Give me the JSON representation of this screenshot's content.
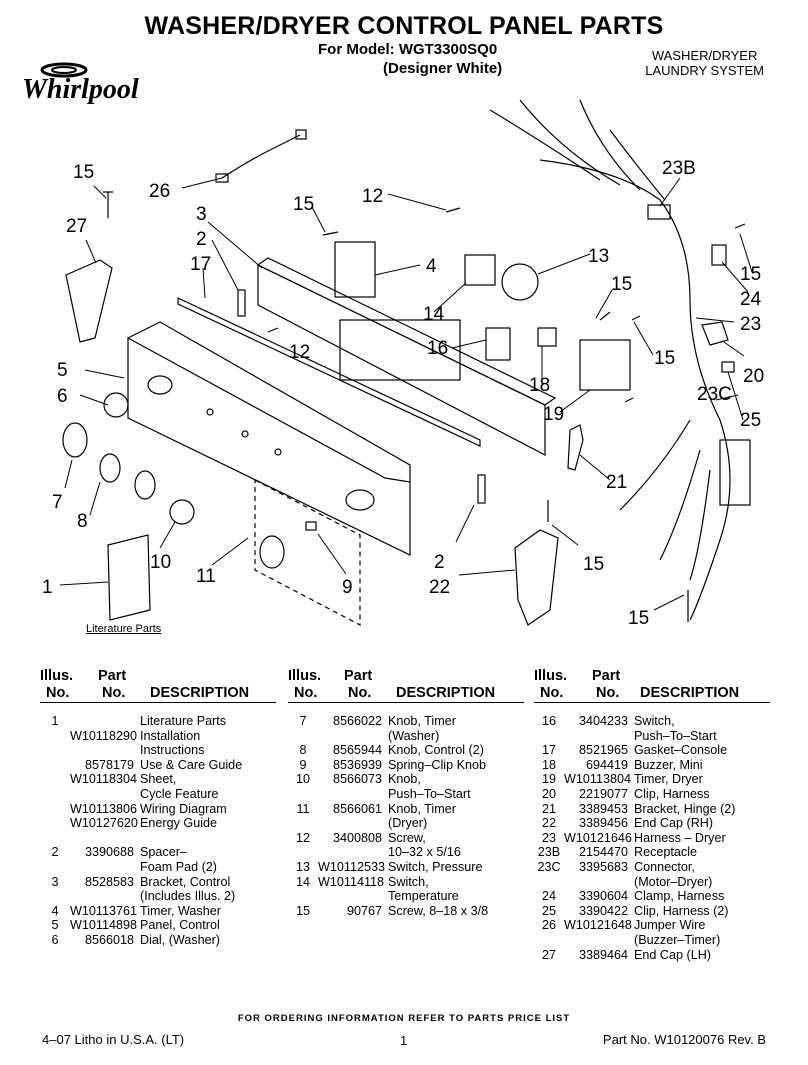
{
  "header": {
    "title": "WASHER/DRYER CONTROL PANEL PARTS",
    "model_line": "For Model: WGT3300SQ0",
    "color_line": "(Designer White)",
    "system_line1": "WASHER/DRYER",
    "system_line2": "LAUNDRY SYSTEM",
    "brand": "Whirlpool"
  },
  "diagram": {
    "callouts": [
      "1",
      "2",
      "3",
      "4",
      "5",
      "6",
      "7",
      "8",
      "9",
      "10",
      "11",
      "12",
      "13",
      "14",
      "15",
      "16",
      "17",
      "18",
      "19",
      "20",
      "21",
      "22",
      "23",
      "23B",
      "23C",
      "24",
      "25",
      "26",
      "27"
    ],
    "literature_label": "Literature Parts"
  },
  "table": {
    "hdr_illus": "Illus.",
    "hdr_no": "No.",
    "hdr_part": "Part",
    "hdr_desc": "DESCRIPTION",
    "col1": [
      {
        "il": "1",
        "pn": "",
        "d": "Literature Parts"
      },
      {
        "il": "",
        "pn": "W10118290",
        "d": "Installation"
      },
      {
        "il": "",
        "pn": "",
        "d": "Instructions"
      },
      {
        "il": "",
        "pn": "8578179",
        "d": "Use & Care Guide"
      },
      {
        "il": "",
        "pn": "W10118304",
        "d": "Sheet,"
      },
      {
        "il": "",
        "pn": "",
        "d": "Cycle Feature"
      },
      {
        "il": "",
        "pn": "W10113806",
        "d": "Wiring Diagram"
      },
      {
        "il": "",
        "pn": "W10127620",
        "d": "Energy Guide"
      },
      {
        "il": "",
        "pn": "",
        "d": ""
      },
      {
        "il": "2",
        "pn": "3390688",
        "d": "Spacer–"
      },
      {
        "il": "",
        "pn": "",
        "d": "Foam Pad (2)"
      },
      {
        "il": "3",
        "pn": "8528583",
        "d": "Bracket, Control"
      },
      {
        "il": "",
        "pn": "",
        "d": "(Includes Illus. 2)"
      },
      {
        "il": "4",
        "pn": "W10113761",
        "d": "Timer, Washer"
      },
      {
        "il": "5",
        "pn": "W10114898",
        "d": "Panel, Control"
      },
      {
        "il": "6",
        "pn": "8566018",
        "d": "Dial, (Washer)"
      }
    ],
    "col2": [
      {
        "il": "7",
        "pn": "8566022",
        "d": "Knob, Timer"
      },
      {
        "il": "",
        "pn": "",
        "d": "(Washer)"
      },
      {
        "il": "8",
        "pn": "8565944",
        "d": "Knob, Control (2)"
      },
      {
        "il": "9",
        "pn": "8536939",
        "d": "Spring–Clip Knob"
      },
      {
        "il": "10",
        "pn": "8566073",
        "d": "Knob,"
      },
      {
        "il": "",
        "pn": "",
        "d": "Push–To–Start"
      },
      {
        "il": "11",
        "pn": "8566061",
        "d": "Knob, Timer"
      },
      {
        "il": "",
        "pn": "",
        "d": "(Dryer)"
      },
      {
        "il": "12",
        "pn": "3400808",
        "d": "Screw,"
      },
      {
        "il": "",
        "pn": "",
        "d": "10–32 x 5/16"
      },
      {
        "il": "13",
        "pn": "W10112533",
        "d": "Switch, Pressure"
      },
      {
        "il": "14",
        "pn": "W10114118",
        "d": "Switch,"
      },
      {
        "il": "",
        "pn": "",
        "d": "Temperature"
      },
      {
        "il": "15",
        "pn": "90767",
        "d": "Screw, 8–18 x 3/8"
      }
    ],
    "col3": [
      {
        "il": "16",
        "pn": "3404233",
        "d": "Switch,"
      },
      {
        "il": "",
        "pn": "",
        "d": "Push–To–Start"
      },
      {
        "il": "17",
        "pn": "8521965",
        "d": "Gasket–Console"
      },
      {
        "il": "18",
        "pn": "694419",
        "d": "Buzzer, Mini"
      },
      {
        "il": "19",
        "pn": "W10113804",
        "d": "Timer, Dryer"
      },
      {
        "il": "20",
        "pn": "2219077",
        "d": "Clip, Harness"
      },
      {
        "il": "21",
        "pn": "3389453",
        "d": "Bracket, Hinge (2)"
      },
      {
        "il": "22",
        "pn": "3389456",
        "d": "End Cap (RH)"
      },
      {
        "il": "23",
        "pn": "W10121646",
        "d": "Harness – Dryer"
      },
      {
        "il": "23B",
        "pn": "2154470",
        "d": "Receptacle"
      },
      {
        "il": "23C",
        "pn": "3395683",
        "d": "Connector,"
      },
      {
        "il": "",
        "pn": "",
        "d": "(Motor–Dryer)"
      },
      {
        "il": "24",
        "pn": "3390604",
        "d": "Clamp, Harness"
      },
      {
        "il": "25",
        "pn": "3390422",
        "d": "Clip, Harness (2)"
      },
      {
        "il": "26",
        "pn": "W10121648",
        "d": "Jumper Wire"
      },
      {
        "il": "",
        "pn": "",
        "d": "(Buzzer–Timer)"
      },
      {
        "il": "27",
        "pn": "3389464",
        "d": "End Cap (LH)"
      }
    ]
  },
  "footer": {
    "ordering": "FOR ORDERING INFORMATION REFER TO PARTS PRICE LIST",
    "litho": "4–07 Litho in U.S.A. (LT)",
    "page": "1",
    "part_no": "Part No. W10120076 Rev. B"
  }
}
